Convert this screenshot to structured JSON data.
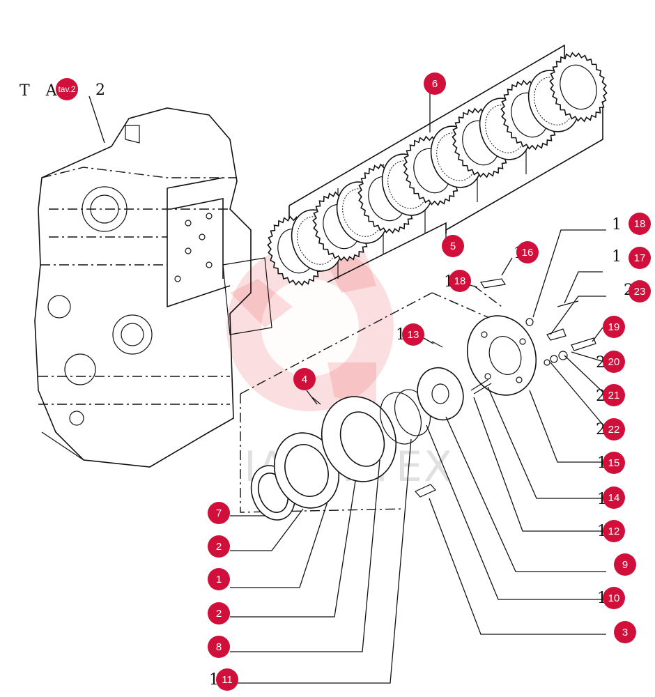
{
  "reference": {
    "left": "T A",
    "tav": "tav.2",
    "right": "2"
  },
  "callouts": [
    {
      "label": "6"
    },
    {
      "label": "5"
    },
    {
      "label": "18"
    },
    {
      "label": "16"
    },
    {
      "label": "18"
    },
    {
      "label": "17"
    },
    {
      "label": "23"
    },
    {
      "label": "13"
    },
    {
      "label": "19"
    },
    {
      "label": "20"
    },
    {
      "label": "4"
    },
    {
      "label": "21"
    },
    {
      "label": "22"
    },
    {
      "label": "15"
    },
    {
      "label": "14"
    },
    {
      "label": "7"
    },
    {
      "label": "12"
    },
    {
      "label": "2"
    },
    {
      "label": "9"
    },
    {
      "label": "1"
    },
    {
      "label": "10"
    },
    {
      "label": "2"
    },
    {
      "label": "3"
    },
    {
      "label": "8"
    },
    {
      "label": "11"
    }
  ],
  "stubs": [
    "1",
    "1",
    "1",
    "2",
    "1",
    "2",
    "2",
    "2",
    "1",
    "1",
    "1",
    "1",
    "1",
    "1"
  ],
  "watermark": {
    "text": "IAPARTEX",
    "color": "#e8464b"
  },
  "colors": {
    "callout": "#d0103a",
    "line": "#111111"
  }
}
